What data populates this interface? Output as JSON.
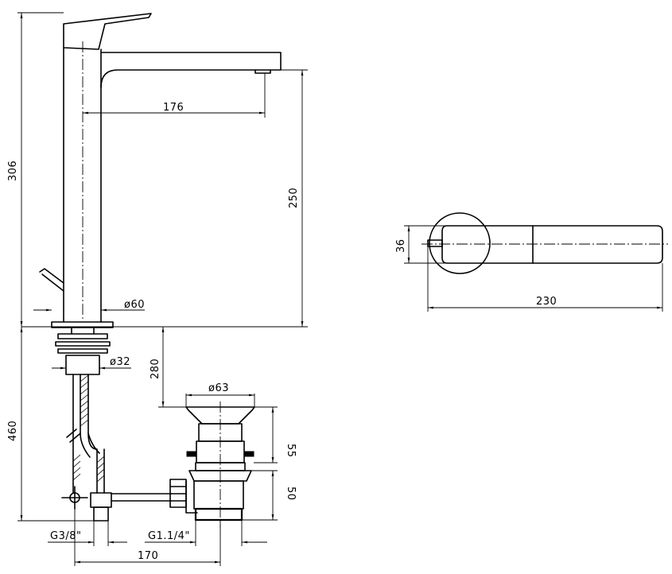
{
  "dimensions": {
    "total_height": "306",
    "spout_height": "250",
    "spout_reach": "176",
    "base_diameter": "ø60",
    "shank_diameter": "ø32",
    "waste_offset": "280",
    "waste_diameter": "ø63",
    "waste_upper": "55",
    "waste_lower": "50",
    "below_deck": "460",
    "supply_thread": "G3/8\"",
    "waste_thread": "G1.1/4\"",
    "waste_distance": "170",
    "top_view_width": "36",
    "top_view_length": "230"
  }
}
